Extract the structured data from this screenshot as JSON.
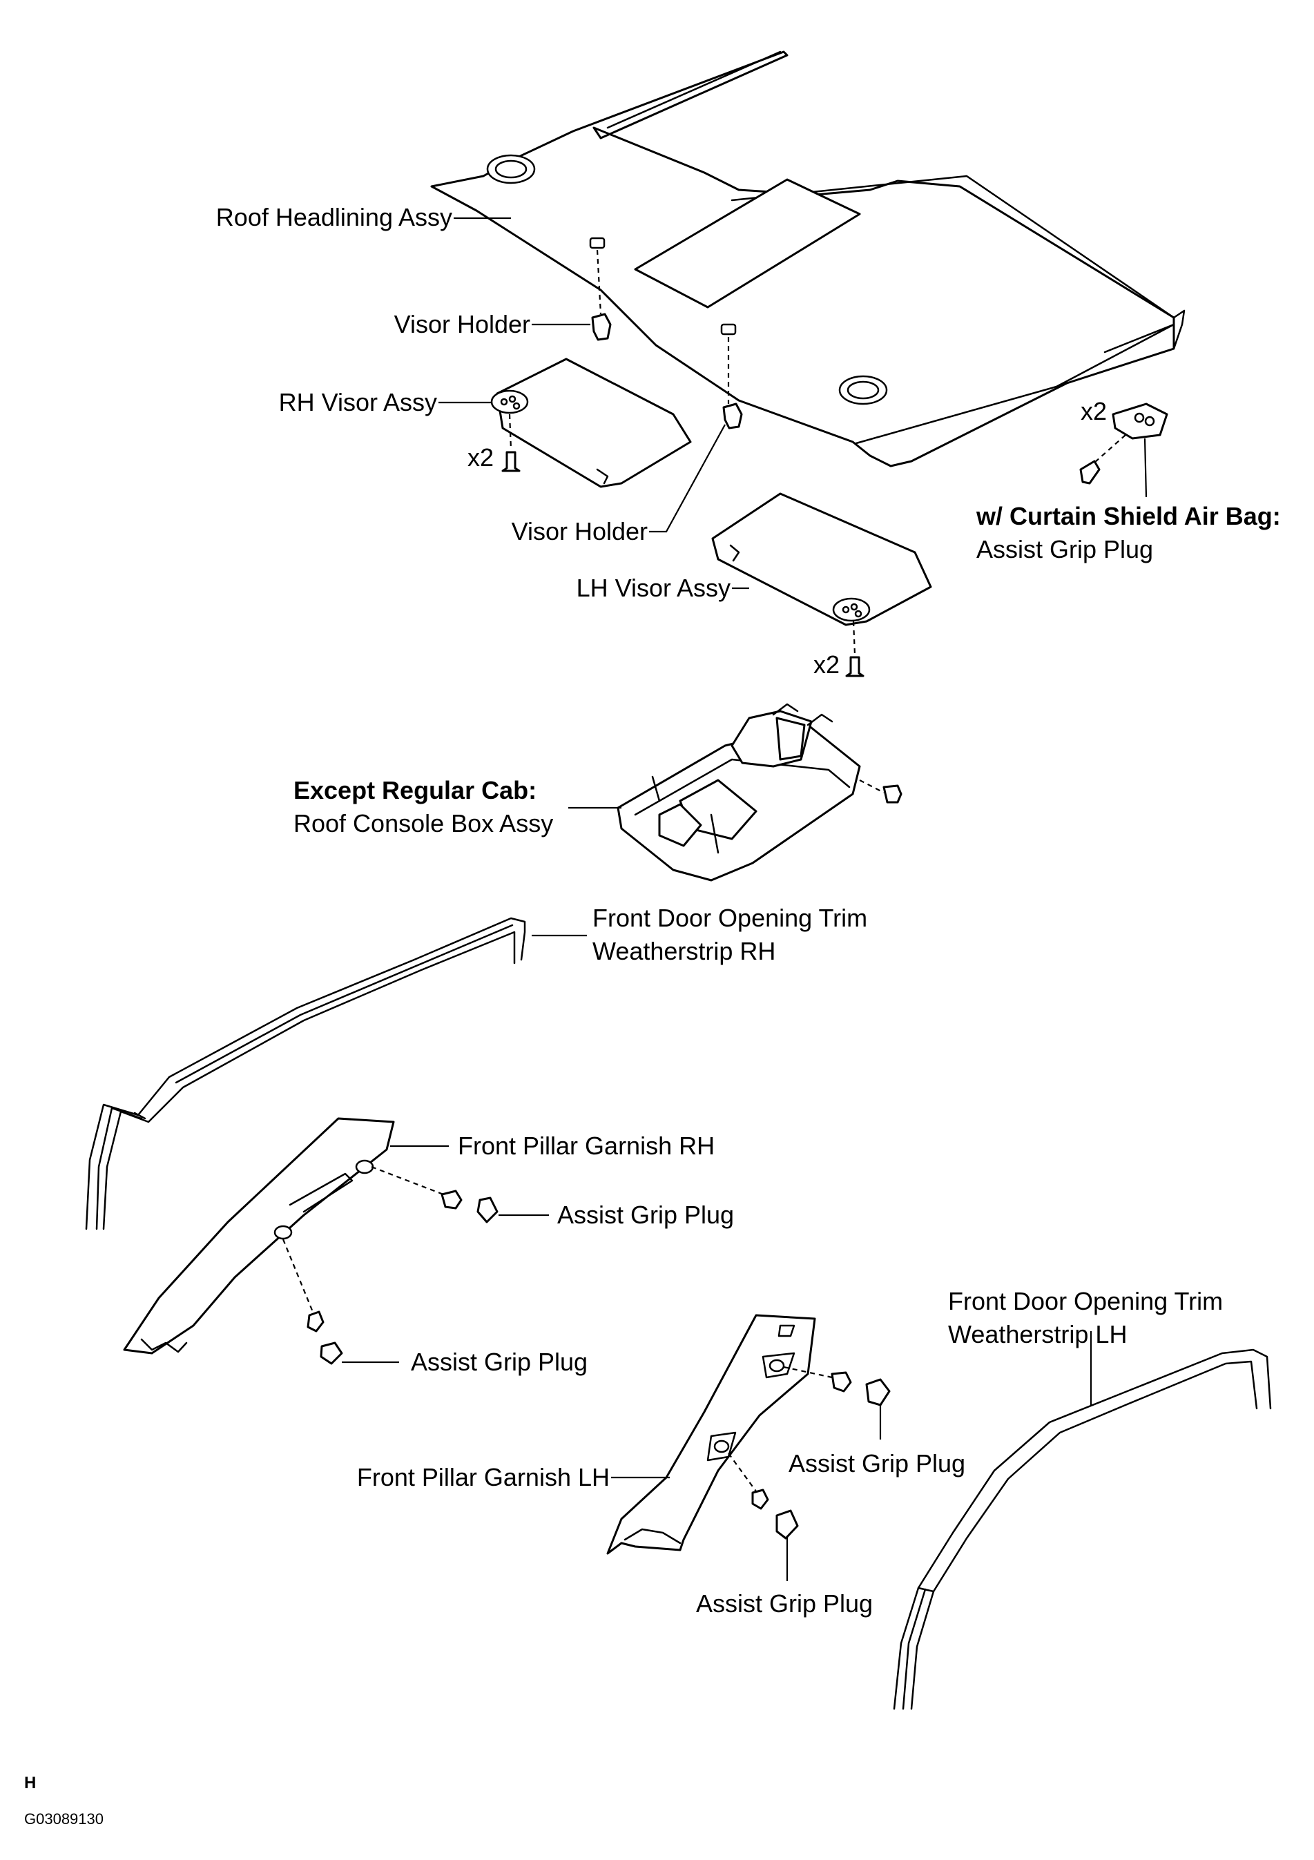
{
  "labels": {
    "roof_headlining": "Roof Headlining Assy",
    "visor_holder_top": "Visor Holder",
    "rh_visor": "RH Visor Assy",
    "x2_rh": "x2",
    "visor_holder_mid": "Visor Holder",
    "lh_visor": "LH Visor Assy",
    "x2_lh": "x2",
    "x2_curtain": "x2",
    "curtain_title": "w/ Curtain Shield Air Bag:",
    "curtain_part": "Assist Grip Plug",
    "console_title": "Except Regular Cab:",
    "console_part": "Roof Console Box Assy",
    "trim_rh_line1": "Front Door Opening Trim",
    "trim_rh_line2": "Weatherstrip RH",
    "pillar_rh": "Front Pillar Garnish RH",
    "grip_plug_rh_upper": "Assist Grip Plug",
    "grip_plug_rh_lower": "Assist Grip Plug",
    "trim_lh_line1": "Front Door Opening Trim",
    "trim_lh_line2": "Weatherstrip LH",
    "pillar_lh": "Front Pillar Garnish LH",
    "grip_plug_lh_upper": "Assist Grip Plug",
    "grip_plug_lh_lower": "Assist Grip Plug"
  },
  "footer": {
    "letter": "H",
    "code": "G03089130"
  }
}
